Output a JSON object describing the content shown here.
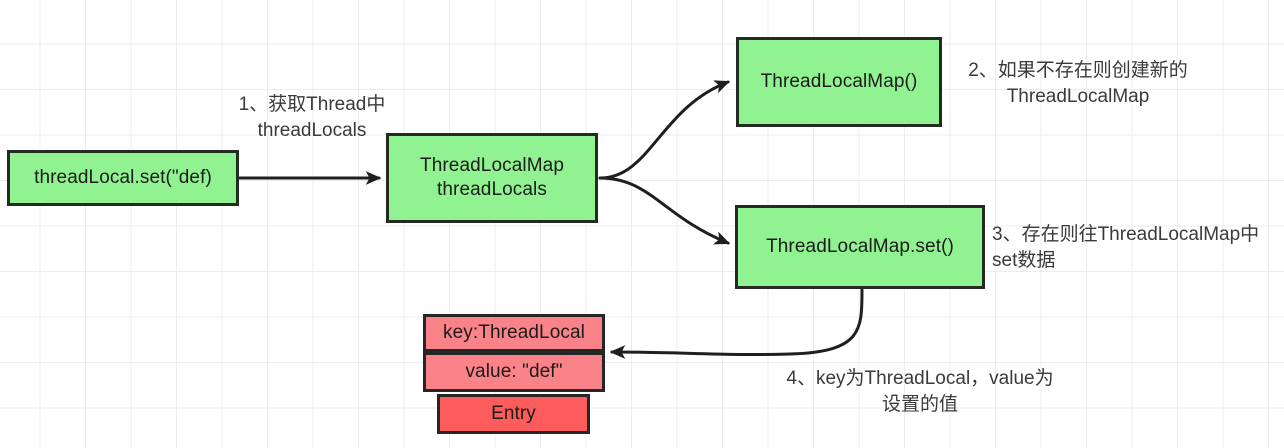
{
  "diagram": {
    "title": "ThreadLocal set flow",
    "colors": {
      "green_fill": "#91f291",
      "pink_fill": "#fa8389",
      "red_fill": "#fc5c5c",
      "stroke": "#262626",
      "grid": "#ededed",
      "note_text": "#3a3a3a"
    },
    "nodes": {
      "thread_local_set": "threadLocal.set(\"def)",
      "thread_locals_map": "ThreadLocalMap\nthreadLocals",
      "thread_local_map_ctor": "ThreadLocalMap()",
      "thread_local_map_set": "ThreadLocalMap.set()",
      "entry_key": "key:ThreadLocal",
      "entry_value": "value: \"def\"",
      "entry_label": "Entry"
    },
    "notes": {
      "step1": "1、获取Thread中\nthreadLocals",
      "step2": "2、如果不存在则创建新的\nThreadLocalMap",
      "step3": "3、存在则往ThreadLocalMap中\nset数据",
      "step4": "4、key为ThreadLocal，value为\n设置的值"
    }
  }
}
